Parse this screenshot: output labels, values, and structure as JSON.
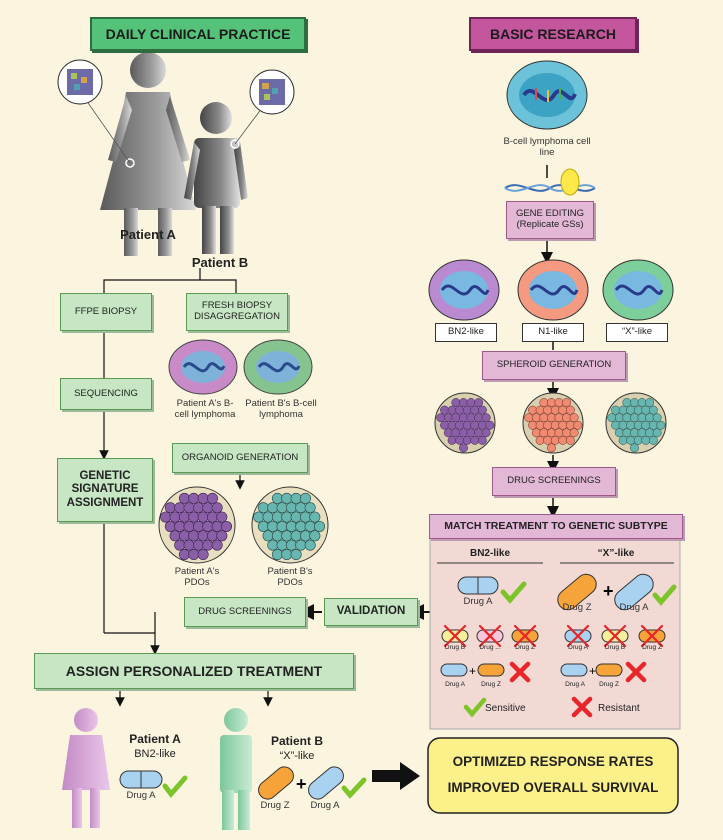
{
  "clinical": {
    "header": "DAILY CLINICAL PRACTICE",
    "patient_a": "Patient A",
    "patient_b": "Patient B",
    "ffpe": "FFPE BIOPSY",
    "fresh": "FRESH BIOPSY DISAGGREGATION",
    "sequencing": "SEQUENCING",
    "lymphoma_a": "Patient A's B-cell lymphoma",
    "lymphoma_b": "Patient B's B-cell lymphoma",
    "organoid": "ORGANOID GENERATION",
    "genetic": "GENETIC SIGNATURE ASSIGNMENT",
    "pdo_a": "Patient A's PDOs",
    "pdo_b": "Patient B's PDOs",
    "drug_screenings": "DRUG SCREENINGS",
    "validation": "VALIDATION",
    "assign": "ASSIGN PERSONALIZED TREATMENT"
  },
  "research": {
    "header": "BASIC RESEARCH",
    "cell_line": "B-cell lymphoma cell line",
    "gene_editing": "GENE EDITING (Replicate GSs)",
    "subtypes": [
      "BN2-like",
      "N1-like",
      "“X”-like"
    ],
    "spheroid": "SPHEROID GENERATION",
    "drug_screenings": "DRUG SCREENINGS"
  },
  "match": {
    "title": "MATCH TREATMENT TO GENETIC SUBTYPE",
    "bn2": {
      "label": "BN2-like",
      "drug": "Drug A",
      "resistant": [
        "Drug B",
        "Drug ...",
        "Drug Z"
      ],
      "combo": [
        "Drug A",
        "Drug Z"
      ]
    },
    "x": {
      "label": "“X”-like",
      "drugs": [
        "Drug Z",
        "Drug A"
      ],
      "resistant": [
        "Drug A",
        "Drug B",
        "Drug Z"
      ],
      "combo": [
        "Drug A",
        "Drug Z"
      ]
    },
    "legend": {
      "sensitive": "Sensitive",
      "resistant": "Resistant"
    }
  },
  "result": {
    "patient_a": "Patient A",
    "patient_a_sub": "BN2-like",
    "patient_a_drug": "Drug A",
    "patient_b": "Patient B",
    "patient_b_sub": "“X”-like",
    "patient_b_drugs": [
      "Drug Z",
      "Drug A"
    ],
    "outcome_1": "OPTIMIZED RESPONSE RATES",
    "outcome_2": "IMPROVED OVERALL SURVIVAL"
  },
  "colors": {
    "background": "#fbf5df",
    "green_box": "#c7e6c4",
    "pink_box": "#e3b8d6",
    "outcome_box": "#fbf08a",
    "match_panel": "#f2d9d4",
    "check": "#7cc42a",
    "cross": "#e8262a",
    "purple_cell": "#8a5fa8",
    "salmon_cell": "#f08a70",
    "teal_cell": "#67b6b0"
  }
}
